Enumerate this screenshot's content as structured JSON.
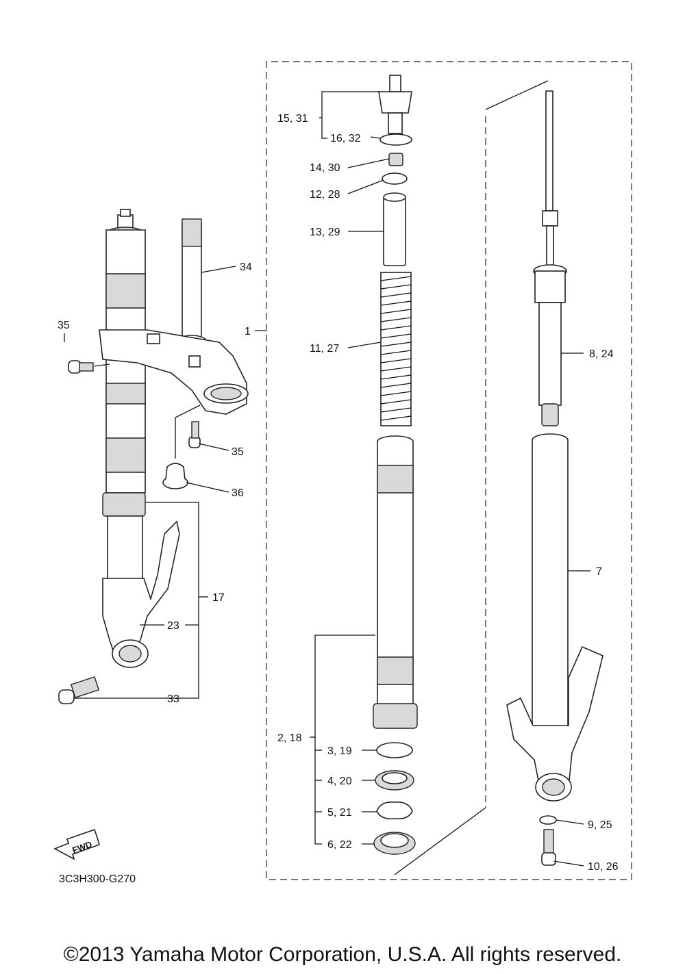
{
  "diagram": {
    "code": "3C3H300-G270",
    "fwd_label": "FWD",
    "copyright": "©2013 Yamaha Motor Corporation, U.S.A. All rights reserved.",
    "callouts": [
      "1",
      "2, 18",
      "3, 19",
      "4, 20",
      "5, 21",
      "6, 22",
      "7",
      "8, 24",
      "9, 25",
      "10, 26",
      "11, 27",
      "12, 28",
      "13, 29",
      "14, 30",
      "15, 31",
      "16, 32",
      "17",
      "23",
      "33",
      "34",
      "35",
      "35",
      "36"
    ]
  }
}
